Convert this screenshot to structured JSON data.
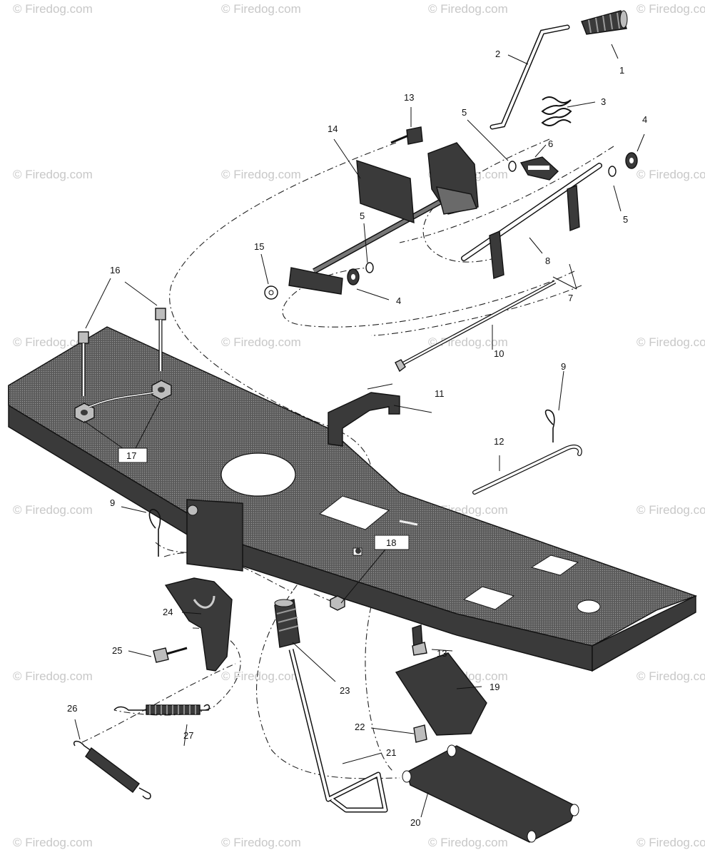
{
  "watermark": "© Firedog.com",
  "callouts": {
    "c1": "1",
    "c2": "2",
    "c3": "3",
    "c4a": "4",
    "c4b": "4",
    "c5a": "5",
    "c5b": "5",
    "c5c": "5",
    "c6": "6",
    "c7": "7",
    "c8": "8",
    "c9a": "9",
    "c9b": "9",
    "c10": "10",
    "c11": "11",
    "c12": "12",
    "c13a": "13",
    "c13b": "13",
    "c14": "14",
    "c15": "15",
    "c16": "16",
    "c17": "17",
    "c18": "18",
    "c19": "19",
    "c20": "20",
    "c21": "21",
    "c22": "22",
    "c23": "23",
    "c24": "24",
    "c25": "25",
    "c26": "26",
    "c27": "27"
  },
  "colors": {
    "part_fill": "#3a3a3a",
    "line": "#111111",
    "watermark": "#c8c8c8"
  }
}
